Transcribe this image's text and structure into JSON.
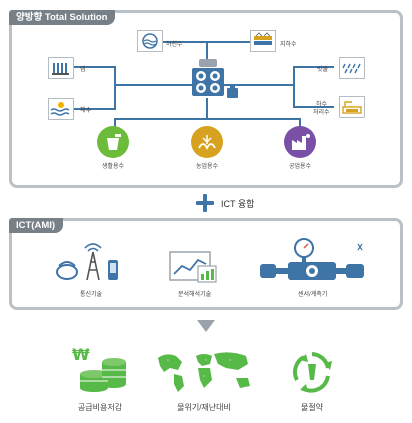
{
  "top_panel": {
    "title": "양방향 Total Solution",
    "nodes": [
      {
        "label": "하천수",
        "icon": "river-water-icon"
      },
      {
        "label": "지하수",
        "icon": "groundwater-icon"
      },
      {
        "label": "댐",
        "icon": "dam-icon"
      },
      {
        "label": "해수",
        "icon": "seawater-icon"
      },
      {
        "label": "빗물",
        "icon": "rainwater-icon"
      },
      {
        "label": "하수",
        "icon": "sewage-icon"
      },
      {
        "label": "처리수",
        "icon": "treated-water-icon"
      }
    ],
    "uses": [
      {
        "label": "생활용수",
        "color": "#6dbb3b"
      },
      {
        "label": "농업용수",
        "color": "#d7a21f"
      },
      {
        "label": "공업용수",
        "color": "#7a4fa6"
      }
    ]
  },
  "ict_label": "ICT 융합",
  "mid_panel": {
    "title": "ICT(AMI)",
    "items": [
      {
        "label": "통신기술",
        "icon": "communication-tower-icon"
      },
      {
        "label": "분석해석기술",
        "icon": "analytics-chart-icon"
      },
      {
        "label": "센서/계측기",
        "icon": "sensor-meter-icon"
      }
    ]
  },
  "outcomes": [
    {
      "label": "공급비용저감",
      "icon": "coin-stack-icon"
    },
    {
      "label": "물위기/재난대비",
      "icon": "world-map-icon"
    },
    {
      "label": "물절약",
      "icon": "recycle-water-icon"
    }
  ],
  "colors": {
    "frame": "#b9c0c6",
    "tab": "#777f87",
    "connector": "#3f74a6",
    "green": "#57b947"
  }
}
